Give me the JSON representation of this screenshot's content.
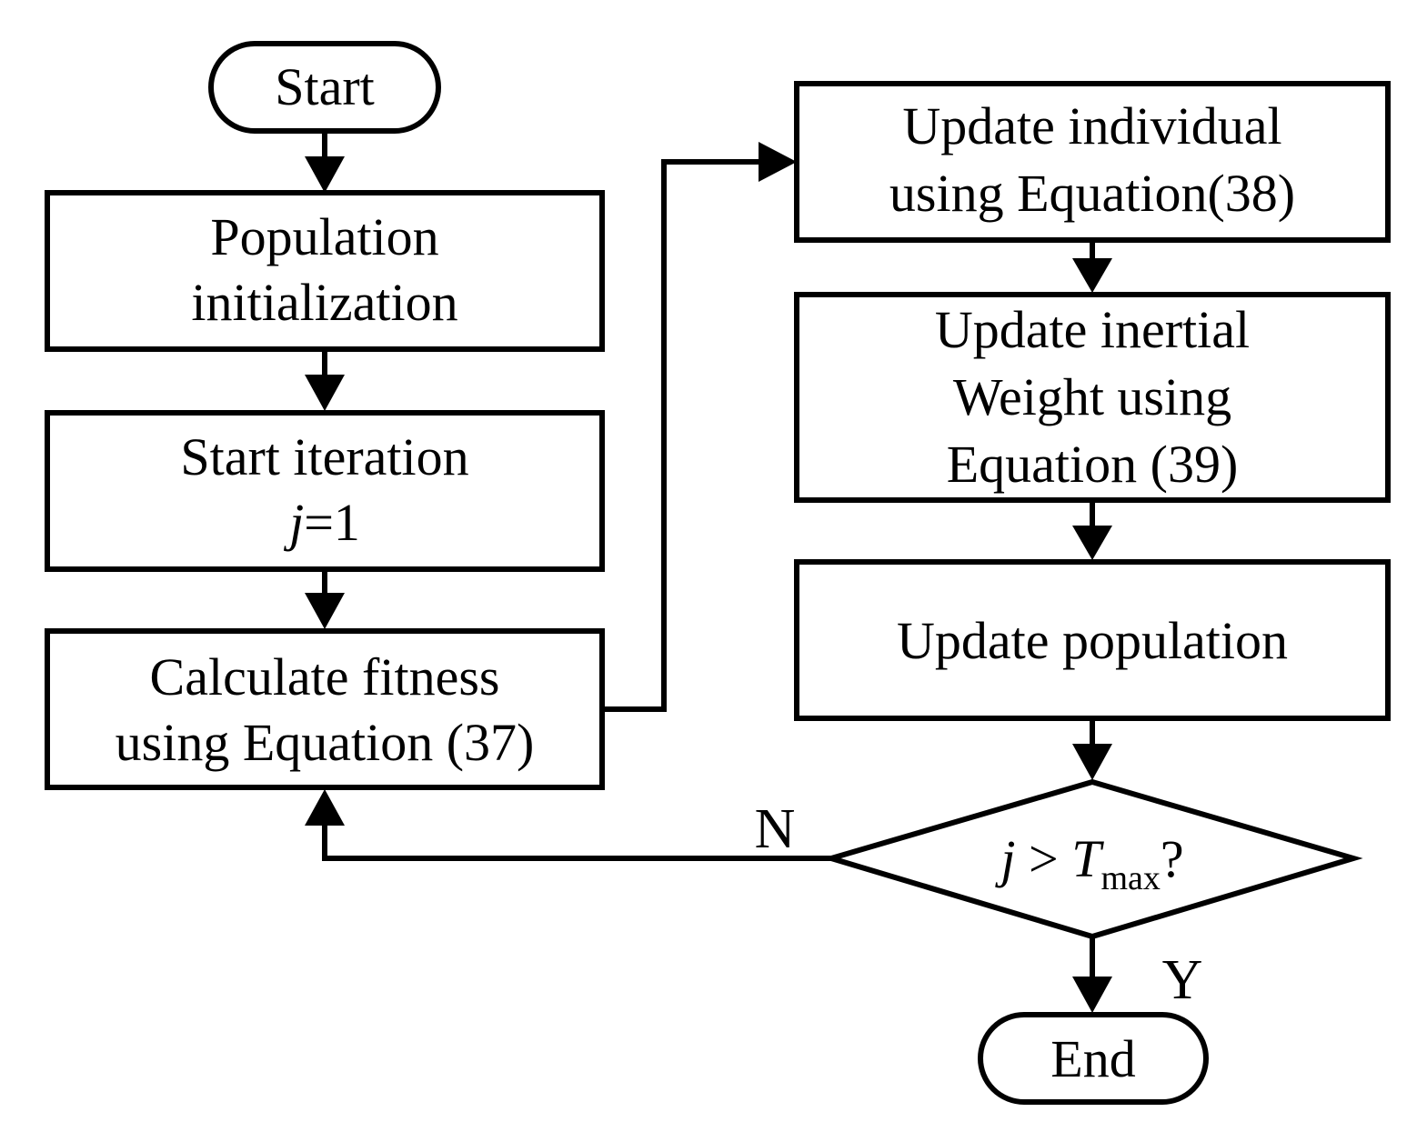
{
  "nodes": {
    "start": {
      "label": "Start"
    },
    "population_init": {
      "line1": "Population",
      "line2": "initialization"
    },
    "start_iteration": {
      "line1": "Start iteration",
      "var": "j",
      "eq": "=1"
    },
    "calc_fitness": {
      "line1": "Calculate fitness",
      "line2": "using Equation (37)"
    },
    "update_individual": {
      "line1": "Update individual",
      "line2": "using Equation(38)"
    },
    "update_inertial": {
      "line1": "Update inertial",
      "line2": "Weight using",
      "line3": "Equation (39)"
    },
    "update_population": {
      "label": "Update population"
    },
    "decision": {
      "var": "j",
      "op": " > ",
      "T": "T",
      "sub": "max",
      "q": "?"
    },
    "end": {
      "label": "End"
    }
  },
  "edges": {
    "no_label": "N",
    "yes_label": "Y"
  },
  "colors": {
    "stroke": "#000000",
    "background": "#ffffff"
  }
}
